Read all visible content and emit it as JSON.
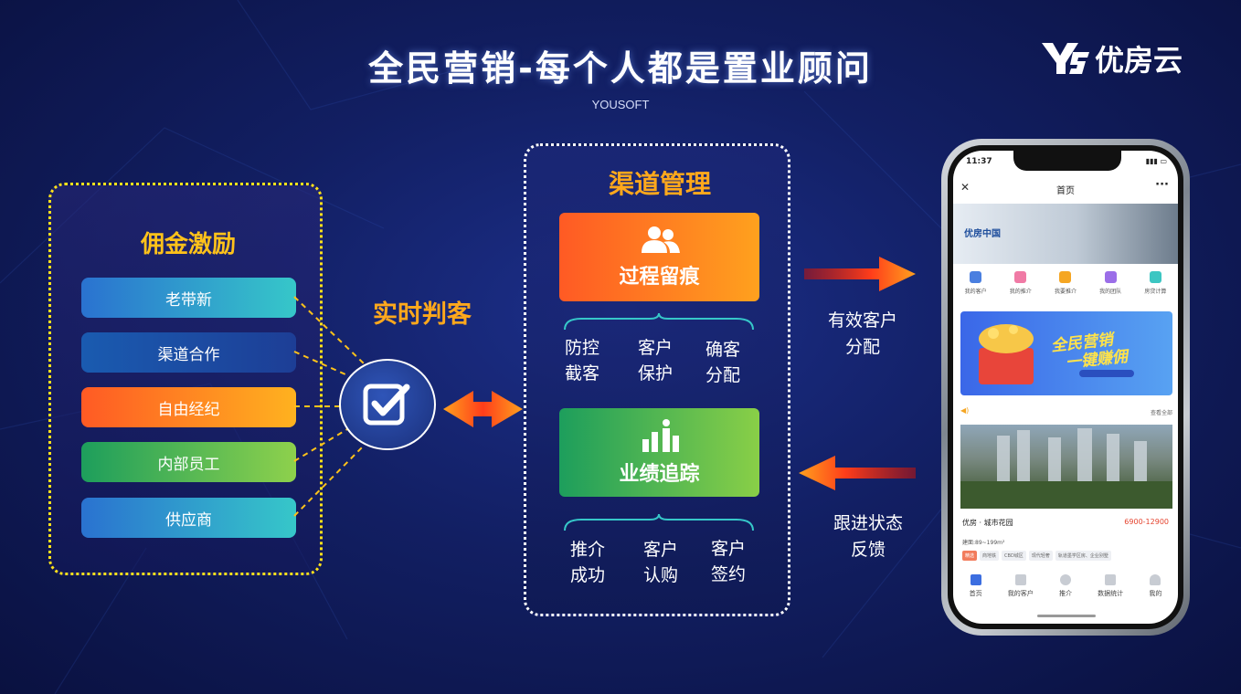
{
  "header": {
    "title": "全民营销-每个人都是置业顾问",
    "subtitle": "YOUSOFT",
    "logo_text": "优房云"
  },
  "left_panel": {
    "title": "佣金激励",
    "items": [
      "老带新",
      "渠道合作",
      "自由经纪",
      "内部员工",
      "供应商"
    ]
  },
  "connector_label": "实时判客",
  "middle_panel": {
    "title": "渠道管理",
    "card1": {
      "label": "过程留痕",
      "subs": [
        [
          "防控",
          "截客"
        ],
        [
          "客户",
          "保护"
        ],
        [
          "确客",
          "分配"
        ]
      ]
    },
    "card2": {
      "label": "业绩追踪",
      "subs": [
        [
          "推介",
          "成功"
        ],
        [
          "客户",
          "认购"
        ],
        [
          "客户",
          "签约"
        ]
      ]
    }
  },
  "right_labels": {
    "top": [
      "有效客户",
      "分配"
    ],
    "bottom": [
      "跟进状态",
      "反馈"
    ]
  },
  "phone": {
    "time": "11:37",
    "nav_title": "首页",
    "banner_logo": "优房中国",
    "icons": [
      "我的客户",
      "我的推介",
      "我要推介",
      "我的团队",
      "房贷计算"
    ],
    "banner_text_line1": "全民营销",
    "banner_text_line2": "一键赚佣",
    "see_all": "查看全部",
    "listing_name": "优房 · 城市花园",
    "listing_price": "6900-12900",
    "listing_area": "建面:89~199m²",
    "tags": [
      "精选",
      "商地铁",
      "CBD城区",
      "现代轻奢",
      "轨道墨学区房、企业别墅"
    ],
    "tabs": [
      "首页",
      "我的客户",
      "推介",
      "数据统计",
      "我的"
    ]
  },
  "colors": {
    "accent_yellow": "#ffe21a",
    "accent_orange": "#ffa81c",
    "background": "#121f63"
  }
}
